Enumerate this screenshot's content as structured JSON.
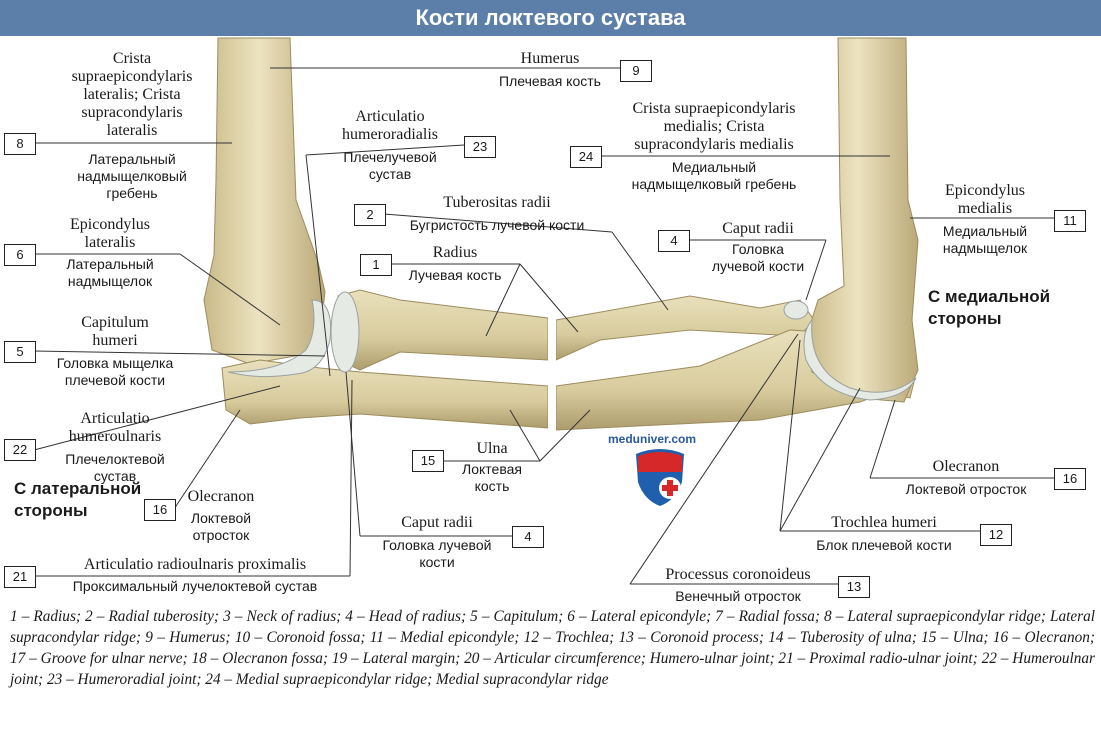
{
  "header": {
    "title": "Кости локтевого сустава",
    "bg_color": "#5b7fa8"
  },
  "labels": [
    {
      "id": "crista_lat",
      "lat": "Crista\nsupraepicondylaris\nlateralis; Crista\nsupracondylaris\nlateralis",
      "ru": "Латеральный\nнадмыщелковый\nгребень",
      "num": "8"
    },
    {
      "id": "epicondylus_lat",
      "lat": "Epicondylus\nlateralis",
      "ru": "Латеральный\nнадмыщелок",
      "num": "6"
    },
    {
      "id": "capitulum",
      "lat": "Capitulum\nhumeri",
      "ru": "Головка мыщелка\nплечевой кости",
      "num": "5"
    },
    {
      "id": "art_humeroulnaris",
      "lat": "Articulatio\nhumeroulnaris",
      "ru": "Плечелоктевой\nсустав",
      "num": "22"
    },
    {
      "id": "olecranon_lat",
      "lat": "Olecranon",
      "ru": "Локтевой\nотросток",
      "num": "16"
    },
    {
      "id": "art_radioulnaris",
      "lat": "Articulatio radioulnaris proximalis",
      "ru": "Проксимальный лучелоктевой сустав",
      "num": "21"
    },
    {
      "id": "humerus",
      "lat": "Humerus",
      "ru": "Плечевая кость",
      "num": "9"
    },
    {
      "id": "art_humeroradialis",
      "lat": "Articulatio\nhumeroradialis",
      "ru": "Плечелучевой\nсустав",
      "num": "23"
    },
    {
      "id": "tuberositas",
      "lat": "Tuberositas radii",
      "ru": "Бугристость лучевой кости",
      "num": "2"
    },
    {
      "id": "radius",
      "lat": "Radius",
      "ru": "Лучевая кость",
      "num": "1"
    },
    {
      "id": "ulna",
      "lat": "Ulna",
      "ru": "Локтевая\nкость",
      "num": "15"
    },
    {
      "id": "caput_radii_bottom",
      "lat": "Caput radii",
      "ru": "Головка лучевой\nкости",
      "num": "4"
    },
    {
      "id": "crista_med",
      "lat": "Crista supraepicondylaris\nmedialis; Crista\nsupracondylaris medialis",
      "ru": "Медиальный\nнадмыщелковый гребень",
      "num": "24"
    },
    {
      "id": "caput_radii_top",
      "lat": "Caput radii",
      "ru": "Головка\nлучевой кости",
      "num": "4"
    },
    {
      "id": "epicondylus_med",
      "lat": "Epicondylus\nmedialis",
      "ru": "Медиальный\nнадмыщелок",
      "num": "11"
    },
    {
      "id": "olecranon_med",
      "lat": "Olecranon",
      "ru": "Локтевой отросток",
      "num": "16"
    },
    {
      "id": "trochlea",
      "lat": "Trochlea humeri",
      "ru": "Блок плечевой кости",
      "num": "12"
    },
    {
      "id": "coronoid",
      "lat": "Processus coronoideus",
      "ru": "Венечный отросток",
      "num": "13"
    }
  ],
  "side_labels": {
    "lateral": "С латеральной\nстороны",
    "medial": "С медиальной\nстороны"
  },
  "logo": {
    "text": "meduniver.com"
  },
  "legend": "1 – Radius; 2 – Radial tuberosity; 3 – Neck of radius; 4 – Head of radius; 5 – Capitulum; 6 – Lateral epicondyle; 7 – Radial fossa; 8 – Lateral supraepicondylar ridge; Lateral supracondylar ridge; 9 – Humerus; 10 – Coronoid fossa; 11 – Medial epicondyle; 12 – Trochlea; 13 – Coronoid process; 14 – Tuberosity of ulna; 15 – Ulna; 16 – Olecranon; 17 – Groove for ulnar nerve; 18 – Olecranon fossa; 19 – Lateral margin; 20 – Articular circumference; Humero-ulnar joint; 21 – Proximal radio-ulnar joint; 22 – Humeroulnar joint; 23 – Humeroradial joint; 24 – Medial supraepicondylar ridge; Medial supracondylar ridge",
  "colors": {
    "bone": "#e4d9b0",
    "bone_shade": "#b8a878",
    "cartilage": "#e8ece8",
    "line": "#333333"
  }
}
